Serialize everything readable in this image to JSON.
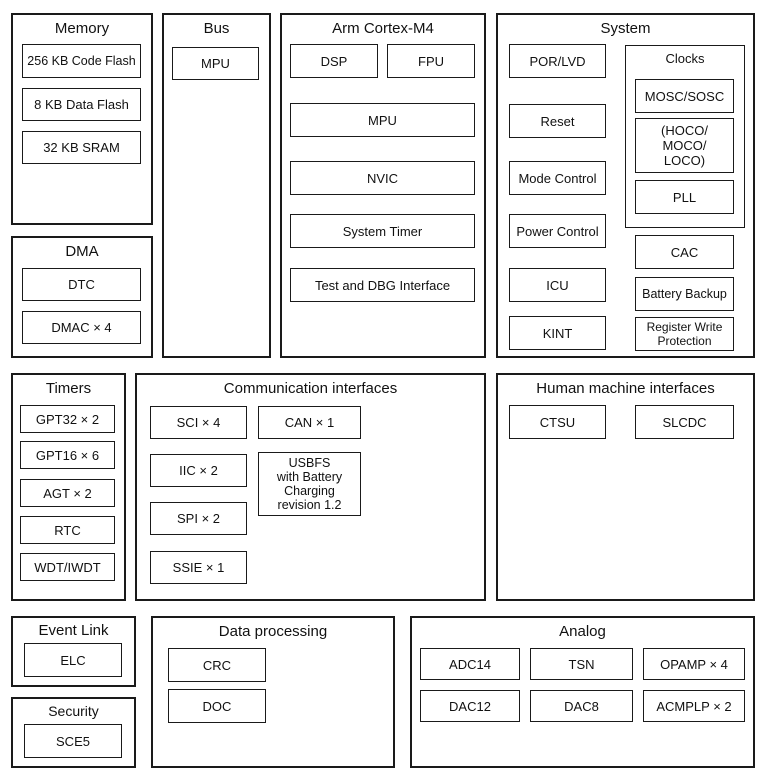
{
  "memory": {
    "title": "Memory",
    "code_flash": "256 KB Code Flash",
    "data_flash": "8 KB Data Flash",
    "sram": "32 KB SRAM"
  },
  "bus": {
    "title": "Bus",
    "mpu": "MPU"
  },
  "cortex": {
    "title": "Arm Cortex-M4",
    "dsp": "DSP",
    "fpu": "FPU",
    "mpu": "MPU",
    "nvic": "NVIC",
    "system_timer": "System Timer",
    "test_dbg": "Test and DBG Interface"
  },
  "system": {
    "title": "System",
    "por_lvd": "POR/LVD",
    "reset": "Reset",
    "mode_control": "Mode Control",
    "power_control": "Power Control",
    "icu": "ICU",
    "kint": "KINT",
    "cac": "CAC",
    "battery_backup": "Battery Backup",
    "register_write_protection": "Register Write\nProtection"
  },
  "clocks": {
    "title": "Clocks",
    "mosc_sosc": "MOSC/SOSC",
    "hoco": "(HOCO/\nMOCO/\nLOCO)",
    "pll": "PLL"
  },
  "dma": {
    "title": "DMA",
    "dtc": "DTC",
    "dmac": "DMAC × 4"
  },
  "timers": {
    "title": "Timers",
    "gpt32": "GPT32 × 2",
    "gpt16": "GPT16 × 6",
    "agt": "AGT × 2",
    "rtc": "RTC",
    "wdt": "WDT/IWDT"
  },
  "comm": {
    "title": "Communication interfaces",
    "sci": "SCI × 4",
    "can": "CAN × 1",
    "iic": "IIC × 2",
    "usbfs": "USBFS\nwith Battery\nCharging\nrevision 1.2",
    "spi": "SPI × 2",
    "ssie": "SSIE × 1"
  },
  "hmi": {
    "title": "Human machine interfaces",
    "ctsu": "CTSU",
    "slcdc": "SLCDC"
  },
  "event_link": {
    "title": "Event Link",
    "elc": "ELC"
  },
  "security": {
    "title": "Security",
    "sce5": "SCE5"
  },
  "data_processing": {
    "title": "Data processing",
    "crc": "CRC",
    "doc": "DOC"
  },
  "analog": {
    "title": "Analog",
    "adc14": "ADC14",
    "tsn": "TSN",
    "opamp": "OPAMP × 4",
    "dac12": "DAC12",
    "dac8": "DAC8",
    "acmplp": "ACMPLP × 2"
  }
}
